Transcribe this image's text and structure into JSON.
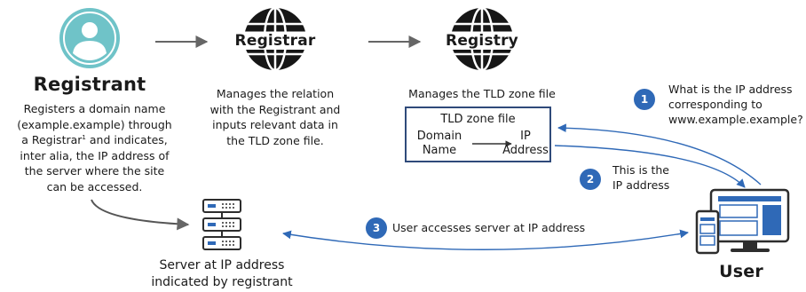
{
  "registrant": {
    "title": "Registrant",
    "desc_line1": "Registers a domain name",
    "desc_line2": "(example.example)  through",
    "desc_line3_pre": "a Registrar",
    "desc_line3_sup": "1",
    "desc_line3_post": " and indicates,",
    "desc_line4": "inter alia, the IP address of",
    "desc_line5": "the server where the site",
    "desc_line6": "can be accessed."
  },
  "registrar": {
    "title": "Registrar",
    "desc_line1": "Manages the relation",
    "desc_line2": "with the Registrant and",
    "desc_line3": "inputs relevant data in",
    "desc_line4": "the TLD zone file."
  },
  "registry": {
    "title": "Registry",
    "desc": "Manages the TLD zone file"
  },
  "tld_zone": {
    "title": "TLD zone file",
    "left_line1": "Domain",
    "left_line2": "Name",
    "right_line1": "IP",
    "right_line2": "Address"
  },
  "steps": [
    {
      "num": "1",
      "line1": "What is the IP address",
      "line2": "corresponding to",
      "line3": "www.example.example?"
    },
    {
      "num": "2",
      "line1": "This is the",
      "line2": "IP address"
    },
    {
      "num": "3",
      "line1": "User accesses server at IP address"
    }
  ],
  "server": {
    "label_line1": "Server at IP address",
    "label_line2": "indicated by registrant"
  },
  "user": {
    "label": "User"
  },
  "colors": {
    "accent_blue": "#2f69b7",
    "dark_navy": "#2f4a7a",
    "avatar_teal": "#6fc3c8",
    "arrow_gray": "#666666"
  }
}
